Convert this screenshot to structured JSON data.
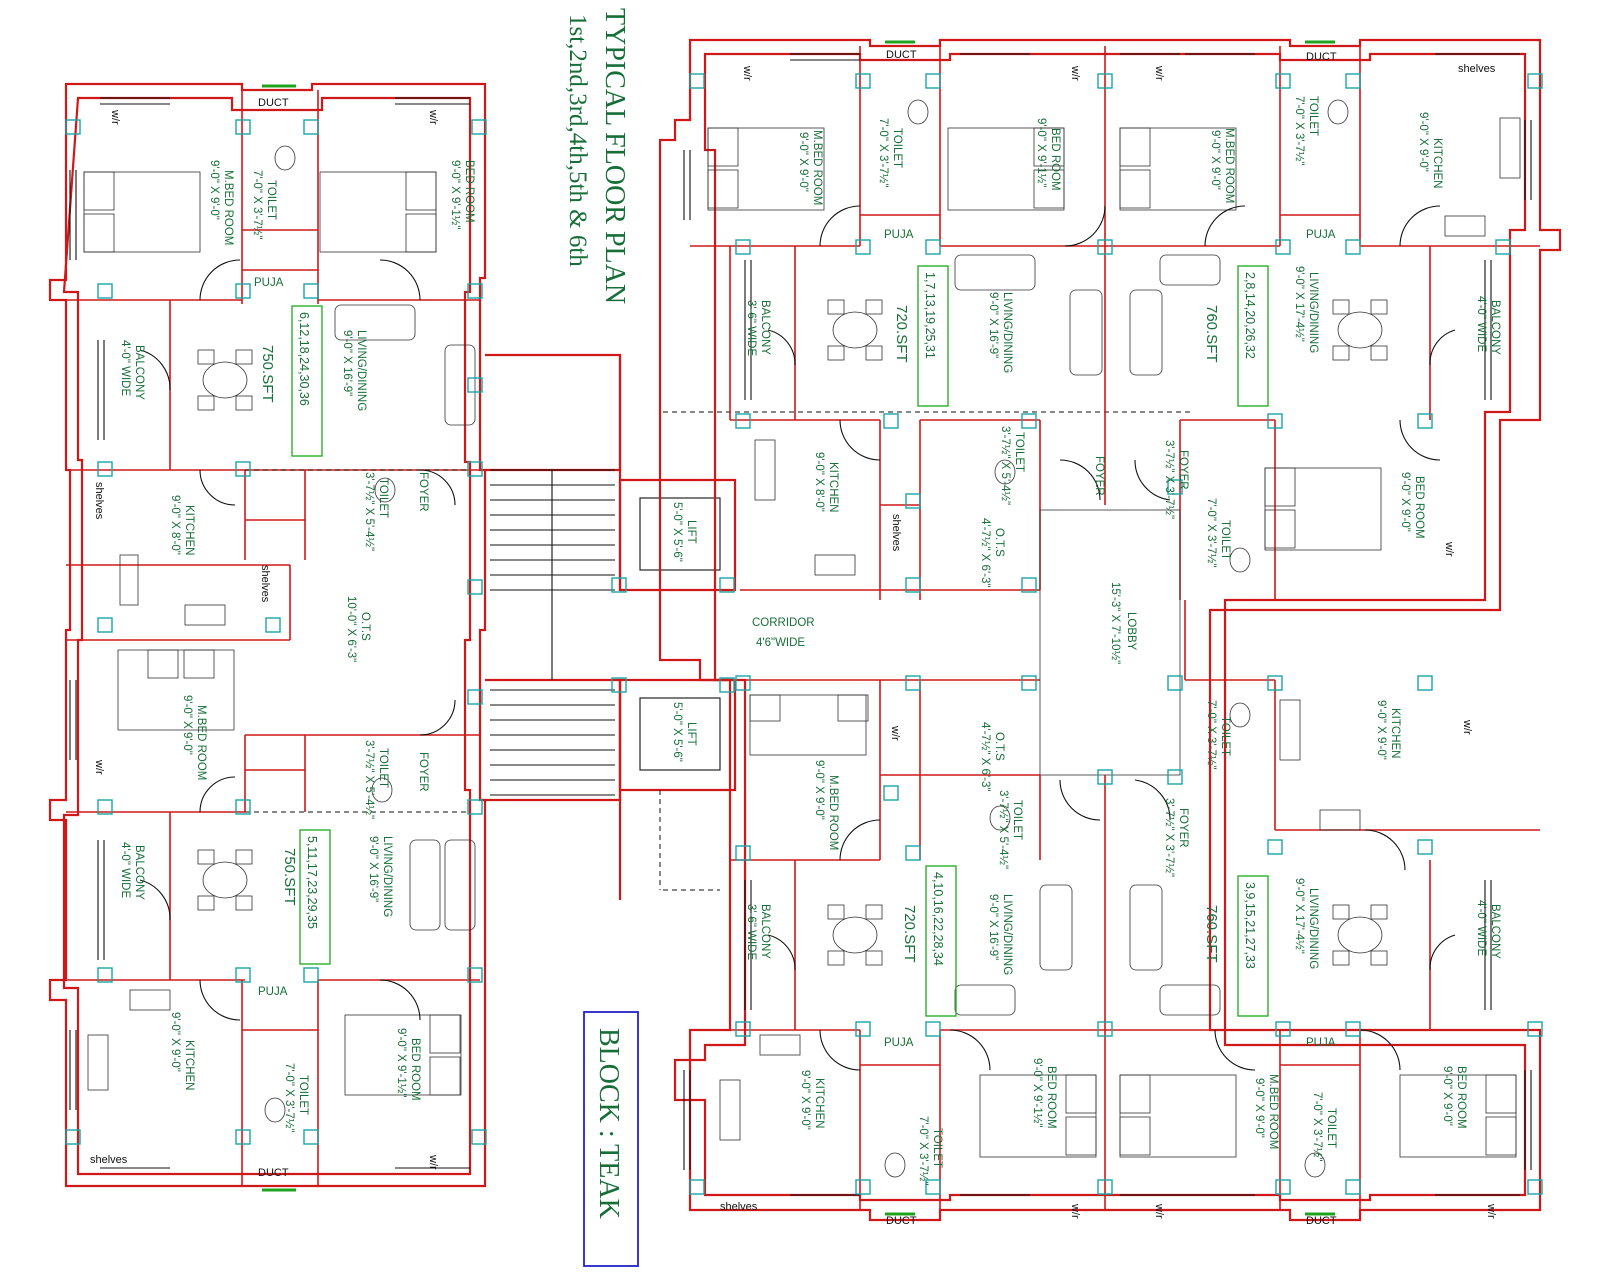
{
  "title": "TYPICAL FLOOR PLAN",
  "floors": "1st,2nd,3rd,4th,5th & 6th",
  "block": "BLOCK : TEAK",
  "corridor": {
    "label": "CORRIDOR",
    "size": "4'6\"WIDE"
  },
  "lobby": {
    "label": "LOBBY",
    "size": "15'-3\" X 7'-10½\""
  },
  "ots_center": {
    "label": "O.T.S",
    "size": "10'-0\" X 6'-3\""
  },
  "ots_upper": {
    "label": "O.T.S",
    "size": "4'-7½\" X 6'-3\""
  },
  "ots_lower": {
    "label": "O.T.S",
    "size": "4'-7½\" X 6'-3\""
  },
  "lift_upper": {
    "label": "LIFT",
    "size": "5'-0\" X 5'-6\""
  },
  "lift_lower": {
    "label": "LIFT",
    "size": "5'-0\" X 5'-6\""
  },
  "flats": [
    {
      "numbers": "6,12,18,24,30,36",
      "area": "750.SFT"
    },
    {
      "numbers": "5,11,17,23,29,35",
      "area": "750.SFT"
    },
    {
      "numbers": "1,7,13,19,25,31",
      "area": "720.SFT"
    },
    {
      "numbers": "2,8,14,20,26,32",
      "area": "760.SFT"
    },
    {
      "numbers": "4,10,16,22,28,34",
      "area": "720.SFT"
    },
    {
      "numbers": "3,9,15,21,27,33",
      "area": "760.SFT"
    }
  ],
  "rooms": {
    "bed_room": "BED ROOM",
    "m_bed_room": "M.BED ROOM",
    "toilet": "TOILET",
    "puja": "PUJA",
    "duct": "DUCT",
    "kitchen": "KITCHEN",
    "living_dining": "LIVING/DINING",
    "balcony": "BALCONY",
    "foyer": "FOYER",
    "shelves": "shelves",
    "wr": "w/r"
  },
  "sizes": {
    "bed_9_9_1half": "9'-0\" X 9'-1½\"",
    "bed_9_9": "9'-0\" X 9'-0\"",
    "toilet_7_3_7half": "7'-0\" X 3'-7½\"",
    "toilet_3_7half_5_4half": "3'-7½\" X 5'-4½\"",
    "kitchen_9_8": "9'-0\" X 8'-0\"",
    "kitchen_9_9": "9'-0\" X 9'-0\"",
    "living_9_16_9": "9'-0\" X 16'-9\"",
    "living_9_17_4half": "9'-0\" X 17'-4½\"",
    "balcony_4": "4'-0\" WIDE",
    "balcony_3_6": "3'-6\" WIDE",
    "foyer_3_7half": "3'-7½\" X 3'-7½\""
  }
}
